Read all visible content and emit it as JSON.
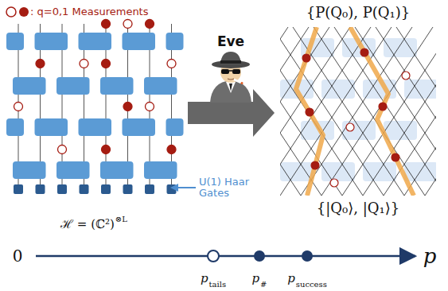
{
  "diagram": {
    "labels": [
      "Eve",
      "{P(Q₀), P(Q₁)}",
      "{|Q₀⟩, |Q₁⟩}",
      "U(1) Haar Gates",
      "ℋ = (ℂ²)",
      "⊗L",
      "0",
      "p",
      "tails",
      "p",
      "#",
      "p",
      "success",
      "p"
    ],
    "legend": [
      {
        "text": ": q=0,1 Measurements"
      }
    ]
  }
}
